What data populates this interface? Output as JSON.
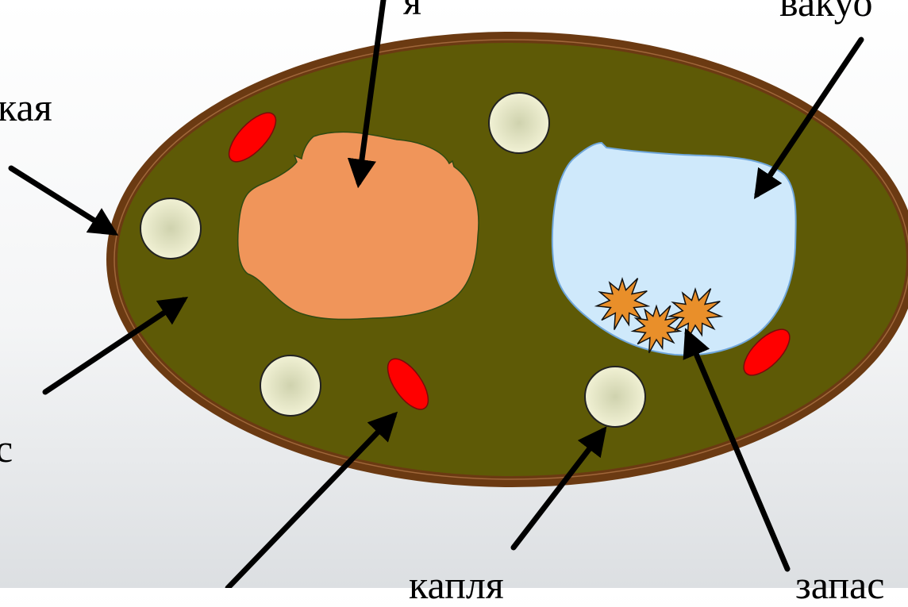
{
  "labels": {
    "membrane_fragment": "кая",
    "cytoplasm_fragment": "с",
    "vacuole_fragment": "вакуо",
    "nucleus_fragment": "я",
    "droplet": "капля",
    "reserve_fragment": "запас"
  },
  "colors": {
    "cell_wall": "#6b3a12",
    "cytoplasm": "#5e5a06",
    "nucleus": "#f0955a",
    "vacuole": "#cfe9fb",
    "plastid": "#ff0000",
    "droplet": "#ececc8",
    "reserve_crystal": "#e98f2a",
    "arrow": "#000000"
  },
  "icons": {
    "reserve_crystal": "starburst"
  }
}
